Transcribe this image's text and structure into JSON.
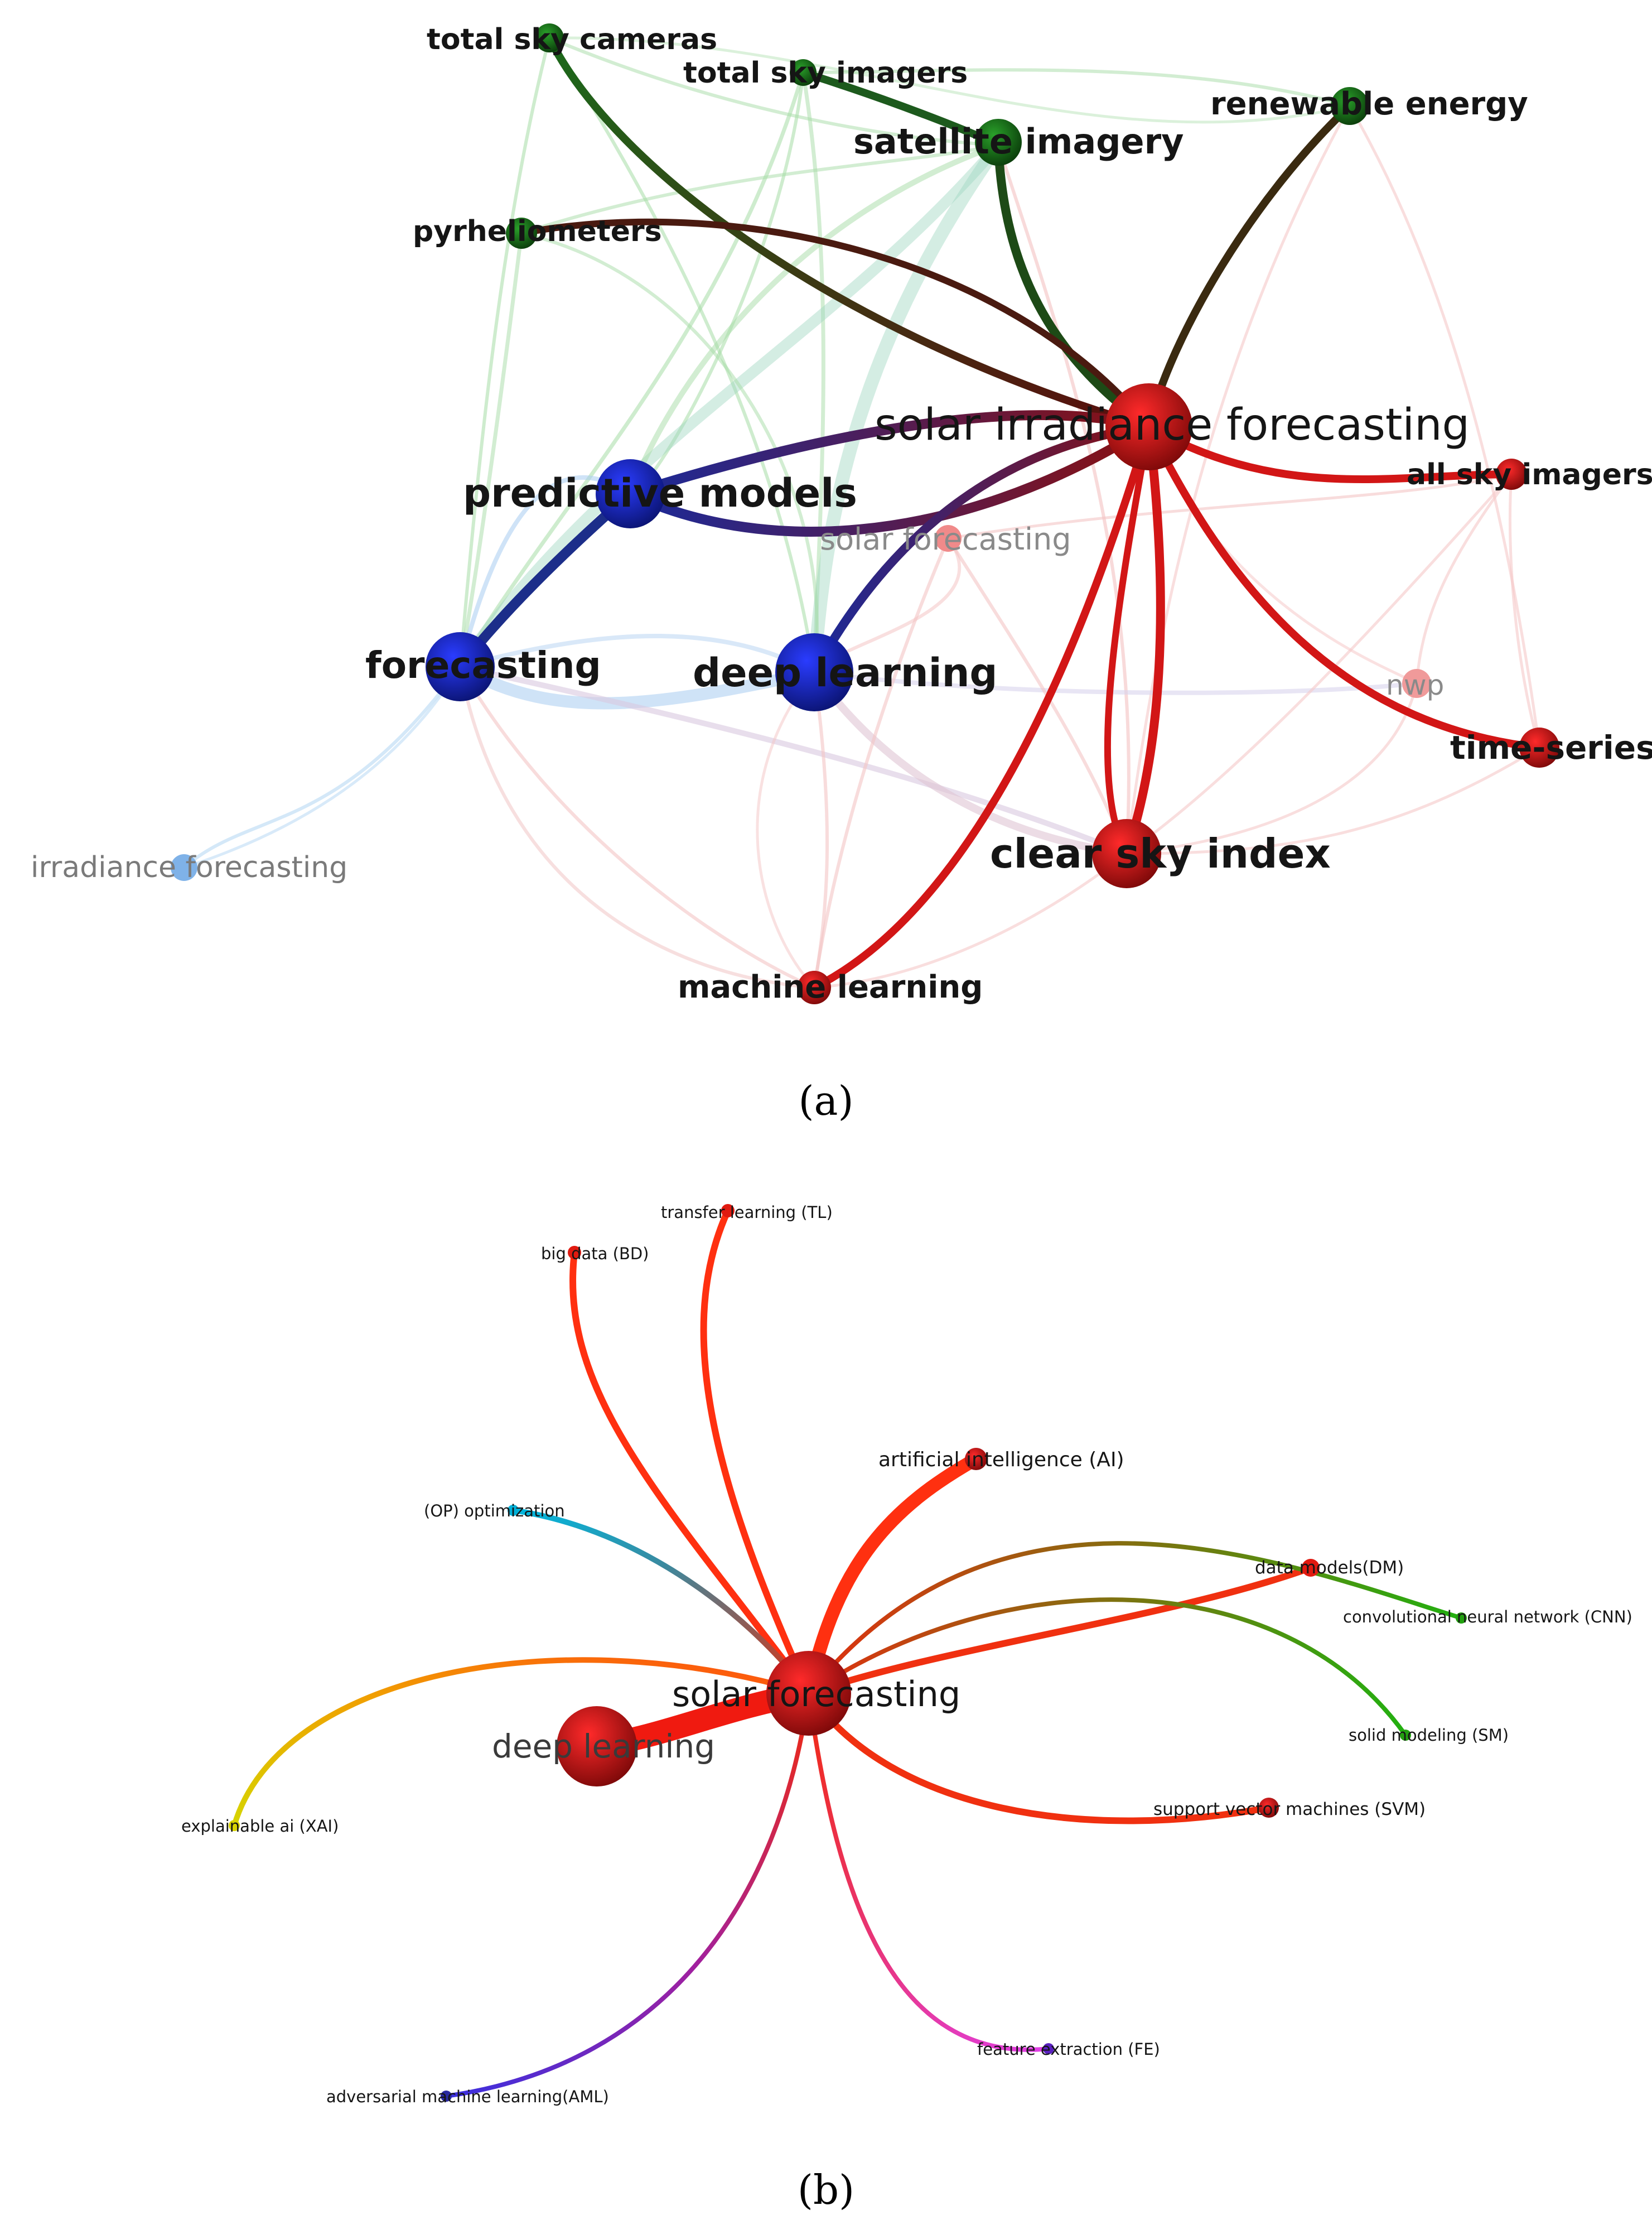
{
  "panel_a": {
    "caption": "(a)",
    "colors": {
      "green": "#1a7a1a",
      "blue": "#1a2bd6",
      "red": "#d81818",
      "lightblue": "#7fb2e8",
      "pink": "#e88a8a"
    },
    "nodes": [
      {
        "id": "total_sky_cameras",
        "label": "total sky cameras",
        "cluster": "green"
      },
      {
        "id": "total_sky_imagers",
        "label": "total sky imagers",
        "cluster": "green"
      },
      {
        "id": "satellite_imagery",
        "label": "satellite imagery",
        "cluster": "green"
      },
      {
        "id": "renewable_energy",
        "label": "renewable energy",
        "cluster": "green"
      },
      {
        "id": "pyrheliometers",
        "label": "pyrheliometers",
        "cluster": "green"
      },
      {
        "id": "solar_irradiance_forecasting",
        "label": "solar irradiance forecasting",
        "cluster": "red"
      },
      {
        "id": "predictive_models",
        "label": "predictive models",
        "cluster": "blue"
      },
      {
        "id": "solar_forecasting",
        "label": "solar forecasting",
        "cluster": "pink"
      },
      {
        "id": "all_sky_imagers",
        "label": "all sky imagers",
        "cluster": "red"
      },
      {
        "id": "forecasting",
        "label": "forecasting",
        "cluster": "blue"
      },
      {
        "id": "deep_learning",
        "label": "deep learning",
        "cluster": "blue"
      },
      {
        "id": "nwp",
        "label": "nwp",
        "cluster": "pink"
      },
      {
        "id": "time_series",
        "label": "time-series",
        "cluster": "red"
      },
      {
        "id": "irradiance_forecasting",
        "label": "irradiance forecasting",
        "cluster": "lightblue"
      },
      {
        "id": "clear_sky_index",
        "label": "clear sky index",
        "cluster": "red"
      },
      {
        "id": "machine_learning",
        "label": "machine learning",
        "cluster": "red"
      }
    ]
  },
  "panel_b": {
    "caption": "(b)",
    "nodes": [
      {
        "id": "transfer_learning",
        "label": "transfer learning",
        "abbr": "(TL)"
      },
      {
        "id": "big_data",
        "label": "big data",
        "abbr": "(BD)"
      },
      {
        "id": "artificial_intelligence",
        "label": "artificial intelligence",
        "abbr": "(AI)"
      },
      {
        "id": "optimization",
        "label": "optimization",
        "abbr": "(OP)"
      },
      {
        "id": "data_models",
        "label": "data models",
        "abbr": "(DM)"
      },
      {
        "id": "cnn",
        "label": "convolutional neural network",
        "abbr": "(CNN)"
      },
      {
        "id": "solar_forecasting_b",
        "label": "solar forecasting",
        "abbr": ""
      },
      {
        "id": "deep_learning_b",
        "label": "deep learning",
        "abbr": ""
      },
      {
        "id": "solid_modeling",
        "label": "solid modeling",
        "abbr": "(SM)"
      },
      {
        "id": "explainable_ai",
        "label": "explainable ai",
        "abbr": "(XAI)"
      },
      {
        "id": "svm",
        "label": "support vector machines",
        "abbr": "(SVM)"
      },
      {
        "id": "feature_extraction",
        "label": "feature extraction",
        "abbr": "(FE)"
      },
      {
        "id": "aml",
        "label": "adversarial machine learning",
        "abbr": "(AML)"
      }
    ]
  }
}
